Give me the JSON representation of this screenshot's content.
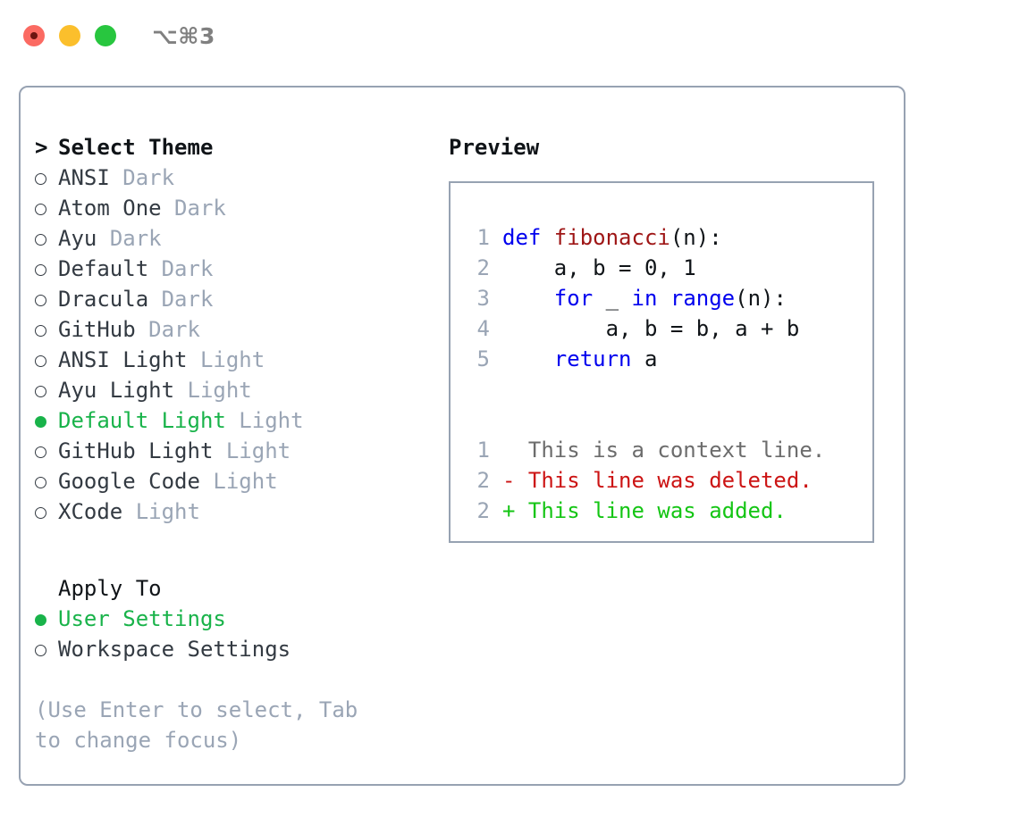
{
  "window": {
    "shortcut": "⌥⌘3",
    "traffic": {
      "close": "close-button",
      "minimize": "minimize-button",
      "maximize": "maximize-button"
    },
    "colors": {
      "close": "#fb6a62",
      "minimize": "#fbbf2c",
      "maximize": "#28c63f",
      "panel_border": "#97a2b2",
      "accent_green": "#19b34a",
      "muted": "#9aa5b5",
      "text": "#333a42",
      "keyword_blue": "#0000ee",
      "function_red": "#9e1515",
      "diff_delete": "#cc1414",
      "diff_add": "#14c514"
    }
  },
  "theme_picker": {
    "prompt_marker": ">",
    "title": "Select Theme",
    "items": [
      {
        "name": "ANSI",
        "kind": "Dark",
        "selected": false
      },
      {
        "name": "Atom One",
        "kind": "Dark",
        "selected": false
      },
      {
        "name": "Ayu",
        "kind": "Dark",
        "selected": false
      },
      {
        "name": "Default",
        "kind": "Dark",
        "selected": false
      },
      {
        "name": "Dracula",
        "kind": "Dark",
        "selected": false
      },
      {
        "name": "GitHub",
        "kind": "Dark",
        "selected": false
      },
      {
        "name": "ANSI Light",
        "kind": "Light",
        "selected": false
      },
      {
        "name": "Ayu Light",
        "kind": "Light",
        "selected": false
      },
      {
        "name": "Default Light",
        "kind": "Light",
        "selected": true
      },
      {
        "name": "GitHub Light",
        "kind": "Light",
        "selected": false
      },
      {
        "name": "Google Code",
        "kind": "Light",
        "selected": false
      },
      {
        "name": "XCode",
        "kind": "Light",
        "selected": false
      }
    ]
  },
  "apply_to": {
    "title": "Apply To",
    "options": [
      {
        "label": "User Settings",
        "selected": true
      },
      {
        "label": "Workspace Settings",
        "selected": false
      }
    ]
  },
  "hint": "(Use Enter to select, Tab to change focus)",
  "preview": {
    "title": "Preview",
    "code_lines": [
      {
        "no": "1",
        "tokens": [
          {
            "t": "def ",
            "c": "kw"
          },
          {
            "t": "fibonacci",
            "c": "fn"
          },
          {
            "t": "(n):",
            "c": "plain"
          }
        ]
      },
      {
        "no": "2",
        "tokens": [
          {
            "t": "    a, b = 0, 1",
            "c": "plain"
          }
        ]
      },
      {
        "no": "3",
        "tokens": [
          {
            "t": "    ",
            "c": "plain"
          },
          {
            "t": "for",
            "c": "kw"
          },
          {
            "t": " _ ",
            "c": "plain"
          },
          {
            "t": "in",
            "c": "kw"
          },
          {
            "t": " ",
            "c": "plain"
          },
          {
            "t": "range",
            "c": "kw"
          },
          {
            "t": "(n):",
            "c": "plain"
          }
        ]
      },
      {
        "no": "4",
        "tokens": [
          {
            "t": "        a, b = b, a + b",
            "c": "plain"
          }
        ]
      },
      {
        "no": "5",
        "tokens": [
          {
            "t": "    ",
            "c": "plain"
          },
          {
            "t": "return",
            "c": "kw"
          },
          {
            "t": " a",
            "c": "plain"
          }
        ]
      }
    ],
    "diff_lines": [
      {
        "no": "1",
        "tokens": [
          {
            "t": "  This is a context line.",
            "c": "ctx"
          }
        ]
      },
      {
        "no": "2",
        "tokens": [
          {
            "t": "- This line was deleted.",
            "c": "del"
          }
        ]
      },
      {
        "no": "2",
        "tokens": [
          {
            "t": "+ This line was added.",
            "c": "add"
          }
        ]
      }
    ]
  }
}
